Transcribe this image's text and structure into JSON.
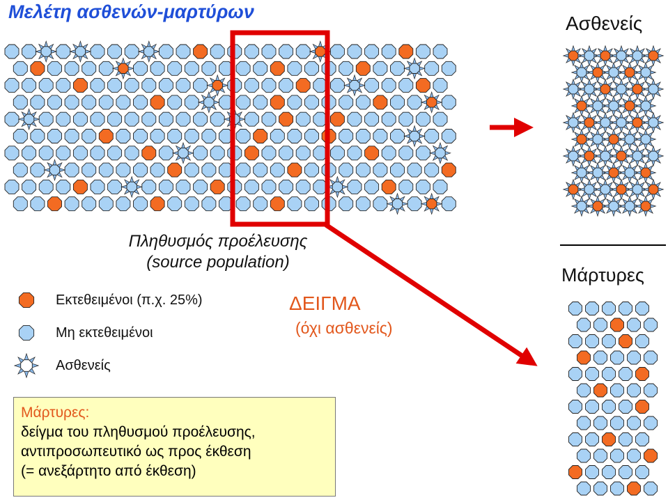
{
  "title": "Μελέτη ασθενών-μαρτύρων",
  "cases_heading": "Ασθενείς",
  "controls_heading": "Μάρτυρες",
  "population_label": {
    "line1": "Πληθυσμός προέλευσης",
    "line2": "(source population)"
  },
  "legend": {
    "exposed": "Εκτεθειμένοι (π.χ. 25%)",
    "unexposed": "Μη εκτεθειμένοι",
    "cases": "Ασθενείς"
  },
  "sample": {
    "title": "ΔΕΙΓΜΑ",
    "subtitle": "(όχι ασθενείς)"
  },
  "note": {
    "title": "Μάρτυρες:",
    "line1": "δείγμα του πληθυσμού προέλευσης,",
    "line2": "αντιπροσωπευτικό ως προς έκθεση",
    "line3": "(= ανεξάρτητο από έκθεση)"
  },
  "colors": {
    "exposed": "#f36b22",
    "unexposed": "#a9d2f5",
    "case_fill": "#ffffff",
    "case_spike": "#8ab8e8",
    "highlight": "#e00000",
    "title_blue": "#1f4fd8",
    "note_bg": "#ffffbe"
  }
}
